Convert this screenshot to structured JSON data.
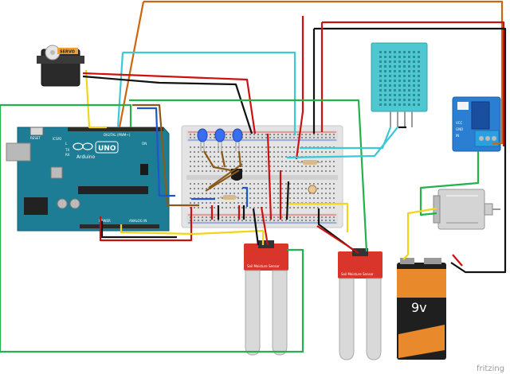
{
  "servo": {
    "label": "SERVO"
  },
  "arduino": {
    "reset_label": "RESET",
    "icsp_label": "ICSP2",
    "brand": "Arduino",
    "model": "UNO",
    "digital_label": "DIGITAL (PWM~)",
    "power_label": "POWER",
    "analog_label": "ANALOG IN",
    "tx_label": "TX",
    "rx_label": "RX",
    "l_label": "L",
    "on_label": "ON"
  },
  "relay": {
    "vcc_label": "VCC",
    "gnd_label": "GND",
    "in_label": "IN"
  },
  "soil_sensor_1": {
    "label": "Soil Moisture Sensor"
  },
  "soil_sensor_2": {
    "label": "Soil Moisture Sensor"
  },
  "battery": {
    "label": "9v"
  },
  "watermark": {
    "text": "fritzing"
  },
  "colors": {
    "wire_green": "#22b14c",
    "wire_red": "#cc1111",
    "wire_black": "#111111",
    "wire_yellow": "#f2d51b",
    "wire_orange": "#cc6611",
    "wire_cyan": "#3cc8d8",
    "wire_blue": "#2255cc",
    "wire_brown": "#8a5a1a",
    "arduino_teal": "#1c7d94",
    "dht_teal": "#4fc7d0",
    "sensor_red": "#d9352b",
    "relay_blue": "#2b7fd3"
  }
}
